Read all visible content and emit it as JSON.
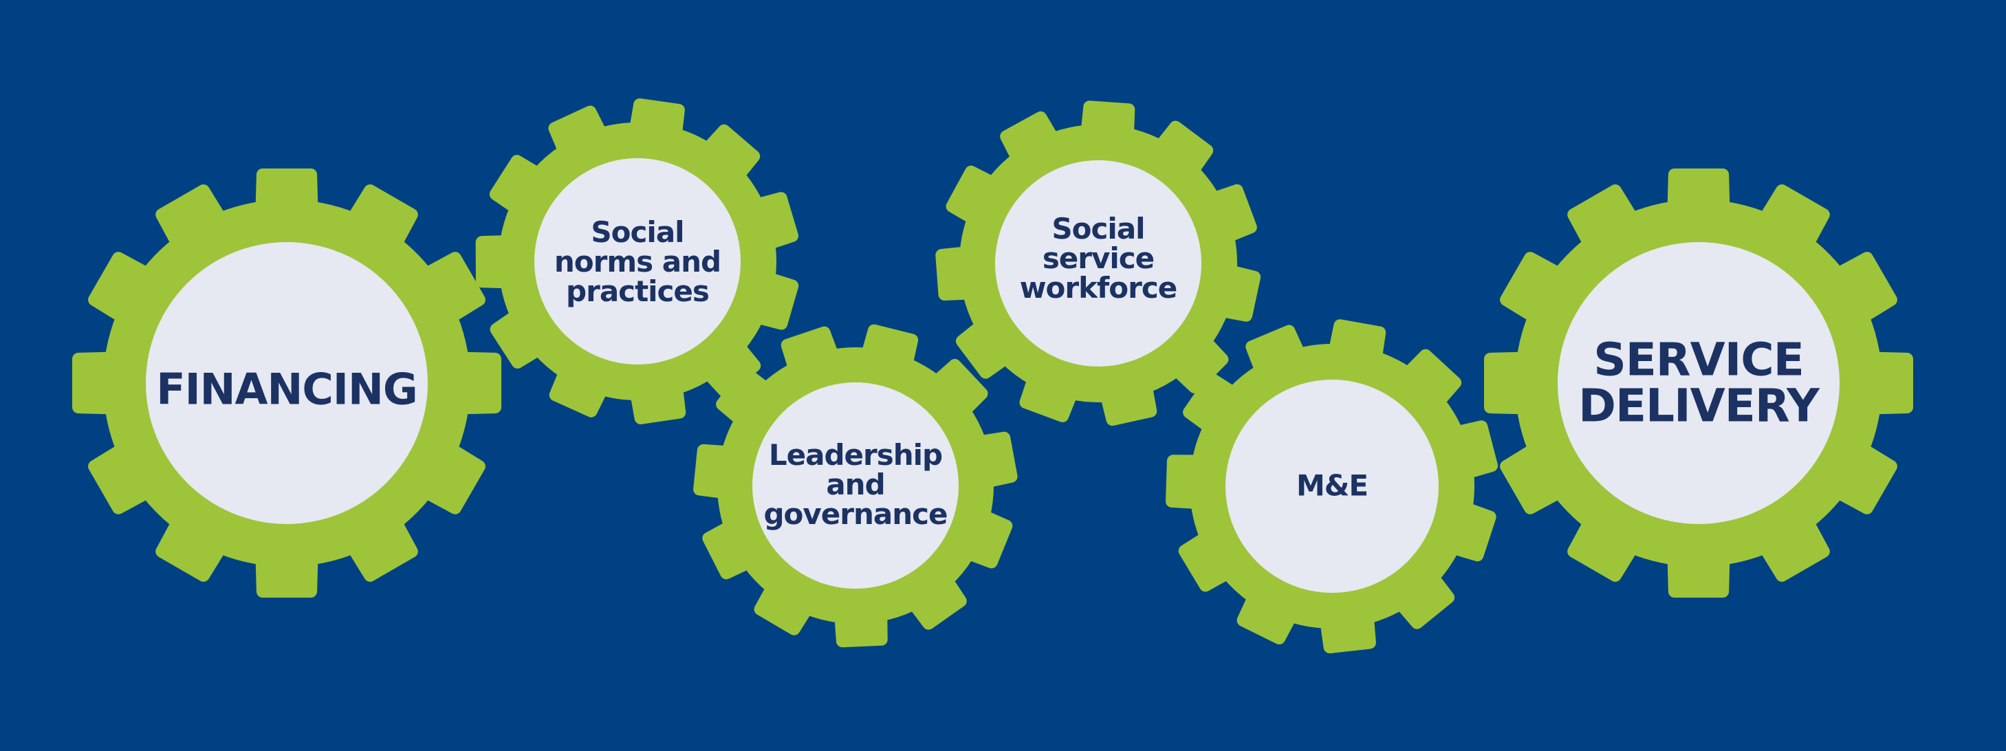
{
  "background_color": "#004184",
  "gear_color": "#9ec43a",
  "hub_color": "#e6e8f2",
  "text_color": "#1b3263",
  "gears": [
    {
      "id": "financing",
      "label": "FINANCING"
    },
    {
      "id": "norms",
      "label": "Social\nnorms and\npractices"
    },
    {
      "id": "leadership",
      "label": "Leadership\nand\ngovernance"
    },
    {
      "id": "workforce",
      "label": "Social\nservice\nworkforce"
    },
    {
      "id": "me",
      "label": "M&E"
    },
    {
      "id": "delivery",
      "label": "SERVICE\nDELIVERY"
    }
  ]
}
